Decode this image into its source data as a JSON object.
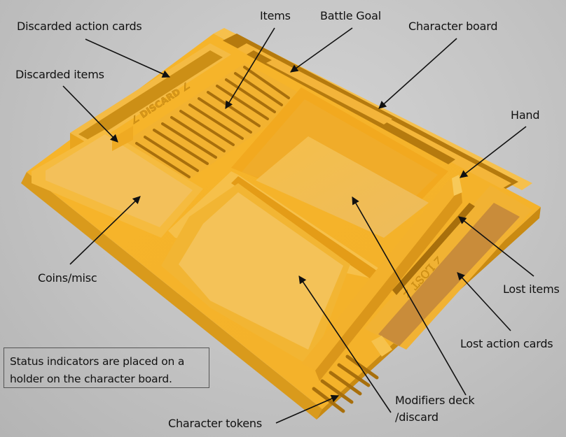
{
  "figure": {
    "subject": "3D-rendered yellow character organizer insert with annotated compartments",
    "colors": {
      "background": "#c4c4c4",
      "plastic_light": "#f5c144",
      "plastic_mid": "#f0ad1e",
      "plastic_dark": "#c98a12",
      "slot_shadow": "#a86f0c",
      "arrow": "#111111",
      "text": "#111111",
      "note_border": "#555555"
    },
    "embossed_text": {
      "discard": "DISCARD",
      "lost": "LOST"
    }
  },
  "labels": {
    "discarded_action_cards": "Discarded action cards",
    "items": "Items",
    "battle_goal": "Battle Goal",
    "character_board": "Character board",
    "discarded_items": "Discarded items",
    "hand": "Hand",
    "coins_misc": "Coins/misc",
    "lost_items": "Lost items",
    "lost_action_cards": "Lost action cards",
    "modifiers_line1": "Modifiers deck",
    "modifiers_line2": "/discard",
    "character_tokens": "Character tokens"
  },
  "note": {
    "line1": "Status indicators are placed on a",
    "line2": "holder on the character board."
  }
}
